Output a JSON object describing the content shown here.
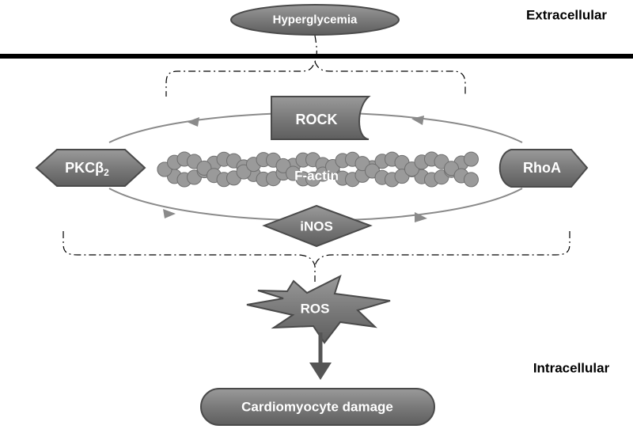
{
  "nodes": {
    "hyperglycemia": "Hyperglycemia",
    "rock": "ROCK",
    "pkc_main": "PKCβ",
    "pkc_sub": "2",
    "factin": "F-actin",
    "rhoa": "RhoA",
    "inos": "iNOS",
    "ros": "ROS",
    "damage": "Cardiomyocyte damage"
  },
  "regions": {
    "extracellular": "Extracellular",
    "intracellular": "Intracellular"
  },
  "colors": {
    "node_fill": "#7d7d7d",
    "node_stroke": "#4a4a4a",
    "flow_line": "#8a8a8a",
    "membrane": "#000000",
    "bead": "#9a9a9a"
  }
}
